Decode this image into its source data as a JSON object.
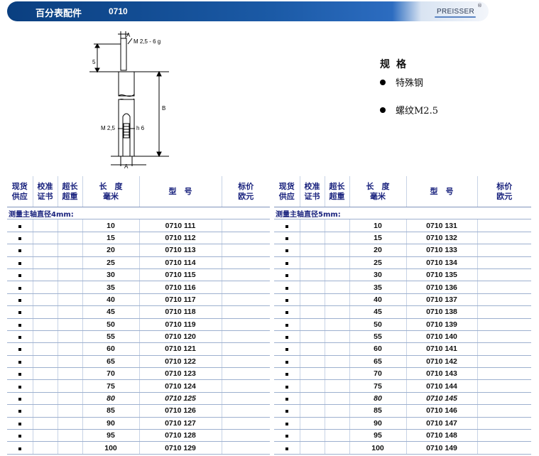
{
  "header": {
    "title": "百分表配件",
    "code": "0710",
    "brand": "PREISSER",
    "registered_mark": "®"
  },
  "drawing": {
    "label_a_top": "A",
    "label_thread_top": "M 2,5 - 6 g",
    "label_5": "5",
    "label_b": "B",
    "label_thread_inner": "M 2,5",
    "label_h6": "h 6",
    "label_a_bottom": "A"
  },
  "spec": {
    "title": "规格",
    "items": [
      "特殊钢",
      "螺纹M2.5"
    ]
  },
  "table_headers": {
    "stock": [
      "现货",
      "供应"
    ],
    "calib": [
      "校准",
      "证书"
    ],
    "oversize": [
      "超长",
      "超重"
    ],
    "length": [
      "长　度",
      "毫米"
    ],
    "model": "型　号",
    "price": [
      "标价",
      "欧元"
    ]
  },
  "left_table": {
    "subheader": "测量主轴直径4mm:",
    "rows": [
      {
        "length": "10",
        "model": "0710 111"
      },
      {
        "length": "15",
        "model": "0710 112"
      },
      {
        "length": "20",
        "model": "0710 113"
      },
      {
        "length": "25",
        "model": "0710 114"
      },
      {
        "length": "30",
        "model": "0710 115"
      },
      {
        "length": "35",
        "model": "0710 116"
      },
      {
        "length": "40",
        "model": "0710 117"
      },
      {
        "length": "45",
        "model": "0710 118"
      },
      {
        "length": "50",
        "model": "0710 119"
      },
      {
        "length": "55",
        "model": "0710 120"
      },
      {
        "length": "60",
        "model": "0710 121"
      },
      {
        "length": "65",
        "model": "0710 122"
      },
      {
        "length": "70",
        "model": "0710 123"
      },
      {
        "length": "75",
        "model": "0710 124"
      },
      {
        "length": "80",
        "model": "0710 125",
        "italic": true
      },
      {
        "length": "85",
        "model": "0710 126"
      },
      {
        "length": "90",
        "model": "0710 127"
      },
      {
        "length": "95",
        "model": "0710 128"
      },
      {
        "length": "100",
        "model": "0710 129"
      }
    ]
  },
  "right_table": {
    "subheader": "测量主轴直径5mm:",
    "rows": [
      {
        "length": "10",
        "model": "0710 131"
      },
      {
        "length": "15",
        "model": "0710 132"
      },
      {
        "length": "20",
        "model": "0710 133"
      },
      {
        "length": "25",
        "model": "0710 134"
      },
      {
        "length": "30",
        "model": "0710 135"
      },
      {
        "length": "35",
        "model": "0710 136"
      },
      {
        "length": "40",
        "model": "0710 137"
      },
      {
        "length": "45",
        "model": "0710 138"
      },
      {
        "length": "50",
        "model": "0710 139"
      },
      {
        "length": "55",
        "model": "0710 140"
      },
      {
        "length": "60",
        "model": "0710 141"
      },
      {
        "length": "65",
        "model": "0710 142"
      },
      {
        "length": "70",
        "model": "0710 143"
      },
      {
        "length": "75",
        "model": "0710 144"
      },
      {
        "length": "80",
        "model": "0710 145",
        "italic": true
      },
      {
        "length": "85",
        "model": "0710 146"
      },
      {
        "length": "90",
        "model": "0710 147"
      },
      {
        "length": "95",
        "model": "0710 148"
      },
      {
        "length": "100",
        "model": "0710 149"
      }
    ]
  }
}
